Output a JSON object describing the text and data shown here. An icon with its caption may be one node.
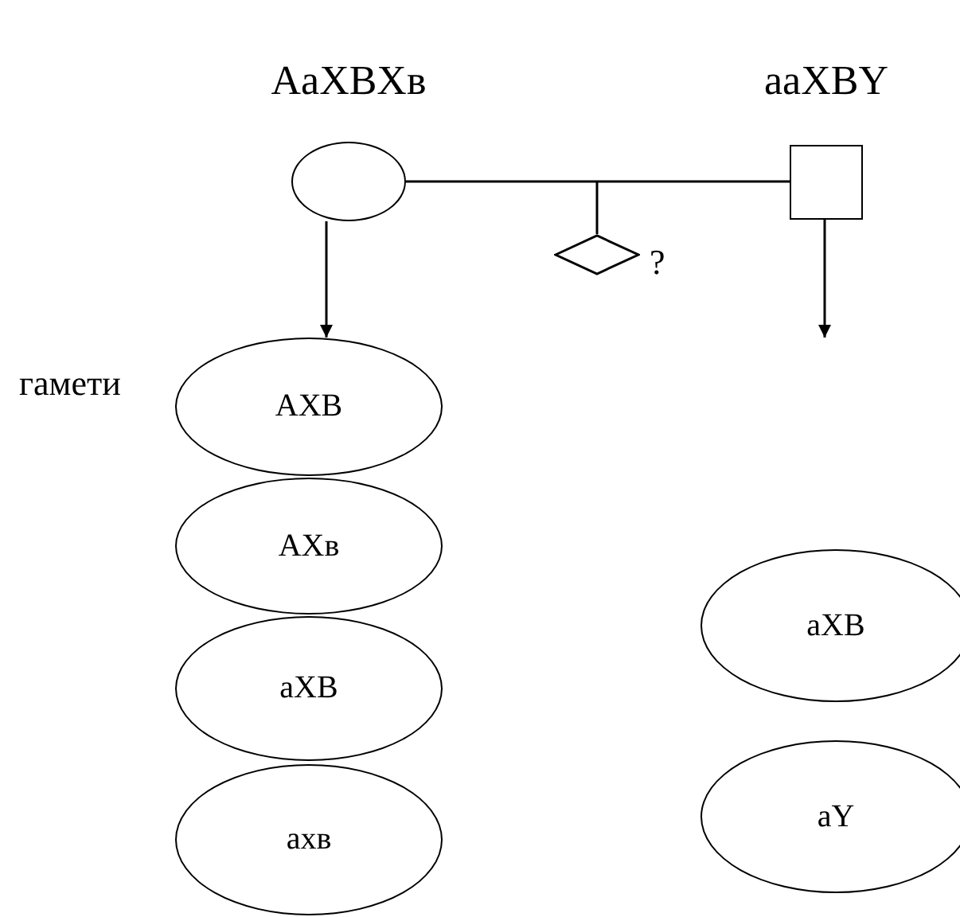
{
  "diagram": {
    "nodes": [
      {
        "text": [
          "AaXBXв"
        ]
      },
      {
        "text": [
          "aaXBY"
        ]
      },
      {
        "text": [],
        "shape": "diamond",
        "beside": [
          "?"
        ]
      },
      {
        "text": [
          "AXB"
        ],
        "beside": [
          "гамети"
        ]
      },
      {
        "text": [
          "AXв"
        ]
      },
      {
        "text": [
          "aXB"
        ]
      },
      {
        "text": [
          "axв"
        ]
      },
      {
        "text": [
          "aXB"
        ]
      },
      {
        "text": [
          "aY"
        ]
      }
    ],
    "edges": [
      {
        "from": 0,
        "to": 1,
        "arrow": "none"
      },
      {
        "from": null,
        "to": 2,
        "arrow": "none"
      },
      {
        "from": 0,
        "to": 3,
        "arrow": "to"
      },
      {
        "from": 1,
        "to": null,
        "arrow": "to"
      }
    ]
  }
}
